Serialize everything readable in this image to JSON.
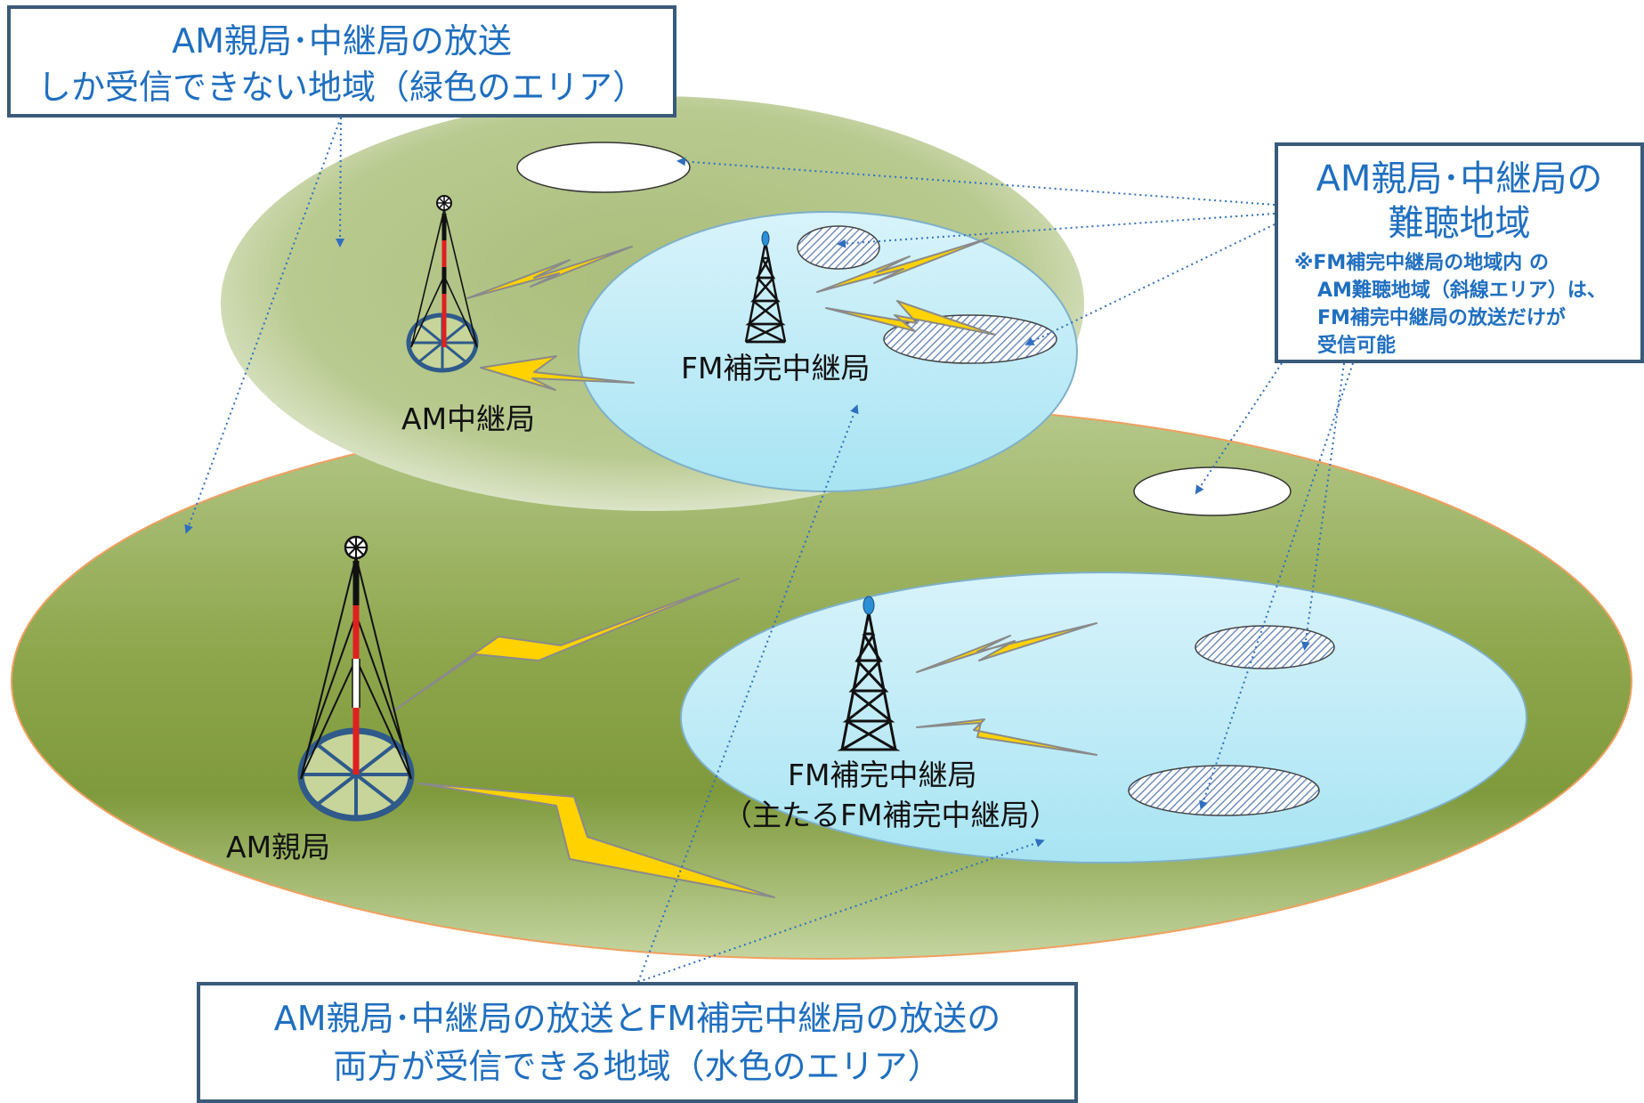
{
  "callouts": {
    "green_area": {
      "line1": "AM親局･中継局の放送",
      "line2": "しか受信できない地域（緑色のエリア）"
    },
    "difficult_area": {
      "title1": "AM親局･中継局の",
      "title2": "難聴地域",
      "note1": "※FM補完中継局の地域内 の",
      "note2": "AM難聴地域（斜線エリア）は、",
      "note3": "FM補完中継局の放送だけが",
      "note4": "受信可能"
    },
    "both_area": {
      "line1": "AM親局･中継局の放送とFM補完中継局の放送の",
      "line2": "両方が受信できる地域（水色のエリア）"
    }
  },
  "labels": {
    "am_relay": "AM中継局",
    "fm_relay_upper": "FM補完中継局",
    "am_main": "AM親局",
    "fm_relay_main": "FM補完中継局",
    "fm_relay_main_sub": "（主たるFM補完中継局）"
  },
  "colors": {
    "callout_text": "#1f6fc0",
    "callout_border": "#3a5a7a",
    "green_area": "#8aa64a",
    "light_blue_area": "#bfeaf5",
    "lightning": "#ffd200",
    "mast_red": "#e02020",
    "pointer": "#2f6fbf"
  }
}
